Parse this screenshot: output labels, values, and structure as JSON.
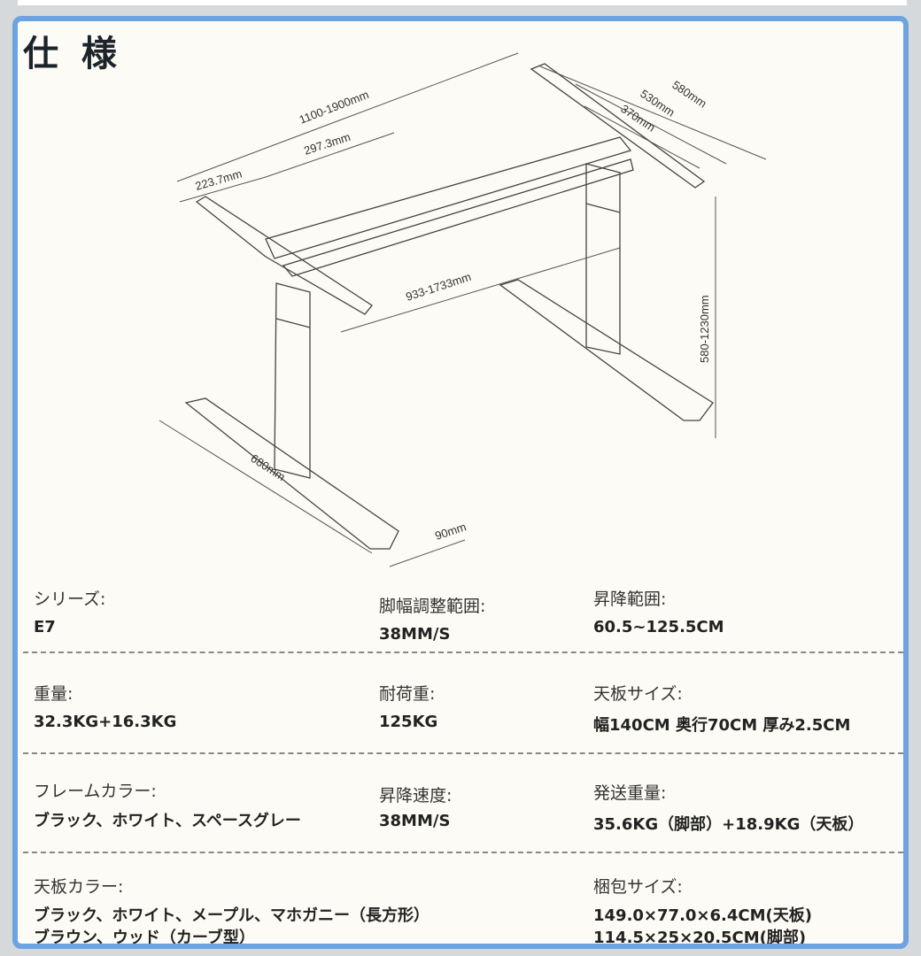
{
  "title": "仕 様",
  "drawing_dimensions": {
    "width_range": "1100-1900mm",
    "depth_580": "580mm",
    "depth_530": "530mm",
    "depth_370": "370mm",
    "span_297": "297.3mm",
    "span_223": "223.7mm",
    "beam_range": "933-1733mm",
    "height_range": "580-1230mm",
    "foot_length": "680mm",
    "foot_width": "90mm"
  },
  "specs": [
    {
      "label": "シリーズ:",
      "value": "E7"
    },
    {
      "label": "脚幅調整範囲:",
      "value": "38MM/S"
    },
    {
      "label": "昇降範囲:",
      "value": "60.5~125.5CM"
    },
    {
      "label": "重量:",
      "value": "32.3KG+16.3KG"
    },
    {
      "label": "耐荷重:",
      "value": "125KG"
    },
    {
      "label": "天板サイズ:",
      "value": "幅140CM 奥行70CM 厚み2.5CM"
    },
    {
      "label": "フレームカラー:",
      "value": "ブラック、ホワイト、スペースグレー"
    },
    {
      "label": "昇降速度:",
      "value": "38MM/S"
    },
    {
      "label": "発送重量:",
      "value": "35.6KG（脚部）+18.9KG（天板）"
    },
    {
      "label": "天板カラー:",
      "value": "ブラック、ホワイト、メープル、マホガニー（長方形）",
      "value2": "ブラウン、ウッド（カーブ型）"
    },
    {
      "label": "梱包サイズ:",
      "value": "149.0×77.0×6.4CM(天板)",
      "value2": "114.5×25×20.5CM(脚部)"
    }
  ]
}
